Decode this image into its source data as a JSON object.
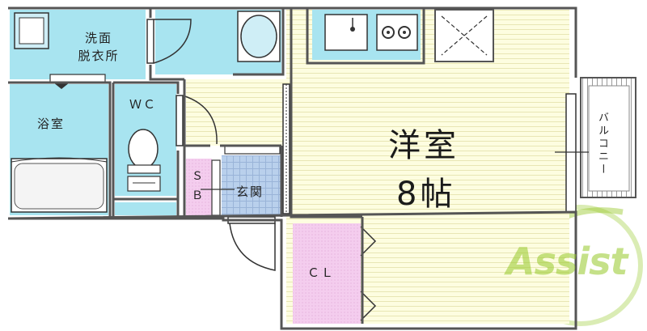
{
  "rooms": {
    "washroom": "洗面\n脱衣所",
    "bath": "浴室",
    "toilet": "ＷＣ",
    "sb": "Ｓ\nＢ",
    "entrance": "玄関",
    "western_room": "洋室",
    "room_size": "8帖",
    "closet": "ＣＬ",
    "balcony": "バルコニー"
  },
  "watermark": {
    "text": "Assist"
  },
  "colors": {
    "water_area": "#a8e4f0",
    "entrance_tile": "#b5cdea",
    "closet": "#f2c8ec",
    "main_floor": "#fcfcd8",
    "wall": "#555555",
    "logo": "#9cc83a"
  }
}
